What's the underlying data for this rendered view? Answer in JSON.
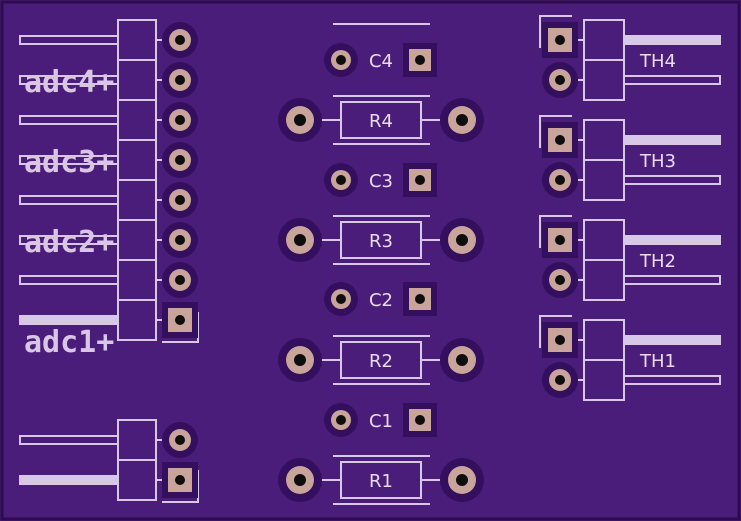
{
  "board": {
    "colors": {
      "background": "#4b1d7a",
      "pad_ring": "#330f5e",
      "copper": "#c8a49a",
      "drill": "#0e0e0e",
      "silkscreen": "#d6c8e6"
    }
  },
  "silkscreen_labels": [
    "adc4+",
    "adc3+",
    "adc2+",
    "adc1+"
  ],
  "components": {
    "capacitors": [
      "C4",
      "C3",
      "C2",
      "C1"
    ],
    "resistors": [
      "R4",
      "R3",
      "R2",
      "R1"
    ],
    "thermistors": [
      "TH4",
      "TH3",
      "TH2",
      "TH1"
    ]
  }
}
